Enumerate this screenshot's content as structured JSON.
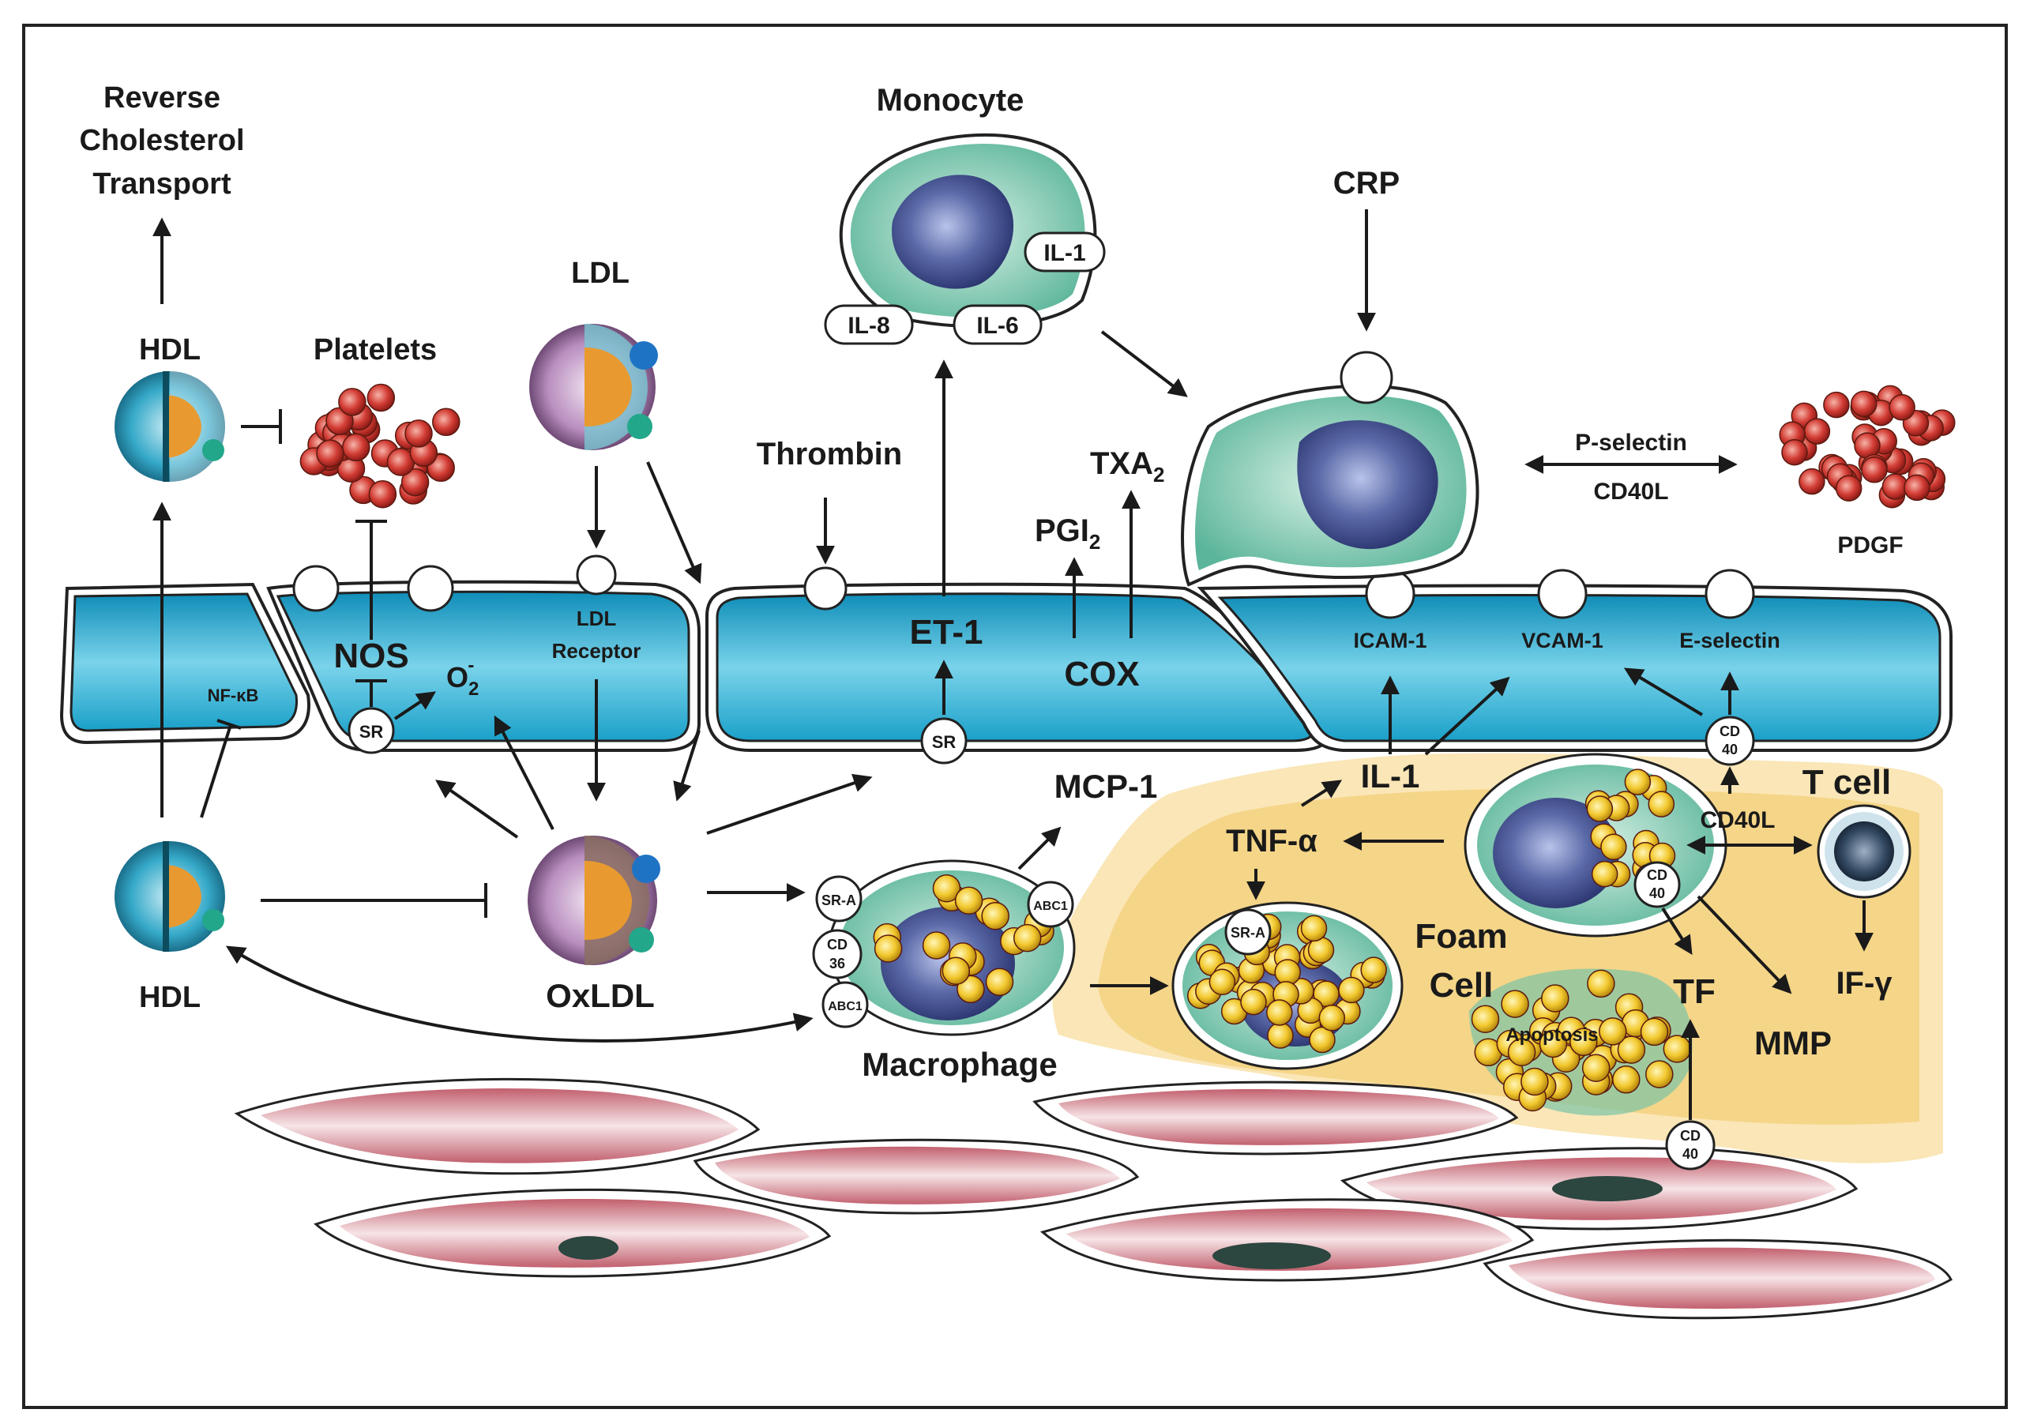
{
  "labels": {
    "reverse_transport": [
      "Reverse",
      "Cholesterol",
      "Transport"
    ],
    "hdl_top": "HDL",
    "hdl_bottom": "HDL",
    "platelets": "Platelets",
    "ldl": "LDL",
    "oxldl": "OxLDL",
    "nos": "NOS",
    "o2": "O",
    "o2_sub": "2",
    "o2_sup": "-",
    "nfkb": "NF-κB",
    "sr1": "SR",
    "sr2": "SR",
    "ldl_receptor": [
      "LDL",
      "Receptor"
    ],
    "thrombin": "Thrombin",
    "monocyte": "Monocyte",
    "il1_mono": "IL-1",
    "il8": "IL-8",
    "il6": "IL-6",
    "et1": "ET-1",
    "cox": "COX",
    "pgi2": "PGI",
    "pgi2_sub": "2",
    "txa2": "TXA",
    "txa2_sub": "2",
    "crp": "CRP",
    "p_selectin": "P-selectin",
    "cd40l_top": "CD40L",
    "pdgf": "PDGF",
    "icam": "ICAM-1",
    "vcam": "VCAM-1",
    "eselectin": "E-selectin",
    "cd40_a": [
      "CD",
      "40"
    ],
    "cd40_b": [
      "CD",
      "40"
    ],
    "cd40_c": [
      "CD",
      "40"
    ],
    "il1": "IL-1",
    "tnf": "TNF-α",
    "mcp1": "MCP-1",
    "sra1": "SR-A",
    "sra2": "SR-A",
    "cd36": [
      "CD",
      "36"
    ],
    "abc1a": "ABC1",
    "abc1b": "ABC1",
    "macrophage": "Macrophage",
    "foam": "Foam",
    "cell": "Cell",
    "apoptosis": "Apoptosis",
    "tcell": "T cell",
    "cd40l_mid": "CD40L",
    "tf": "TF",
    "mmp": "MMP",
    "ifg": "IF-γ"
  },
  "colors": {
    "endothelium": "#2fb3d6",
    "cytoplasm": "#6fc2a8",
    "nucleus": "#3d4d8c",
    "platelet": "#c8302c",
    "lipid": "#f2c82e",
    "smooth_muscle": "#c96a78",
    "plaque": "#f0c050"
  }
}
